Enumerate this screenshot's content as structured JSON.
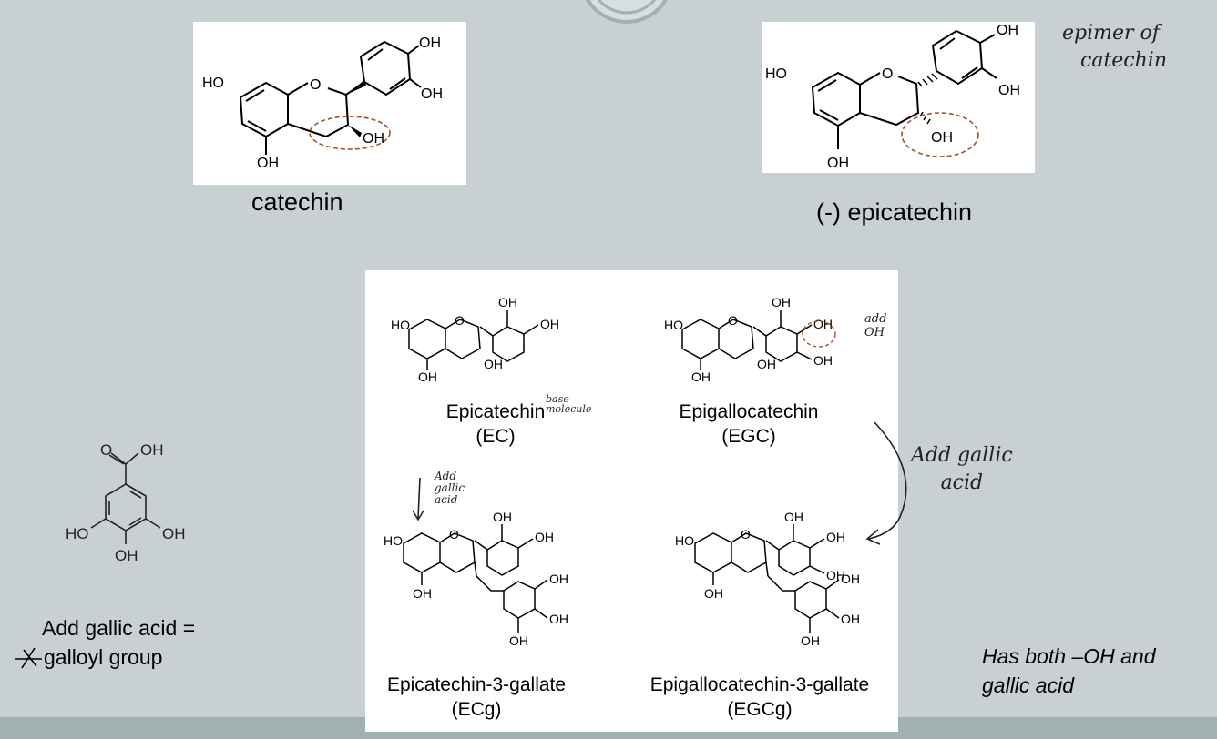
{
  "slide": {
    "molecules_top": {
      "catechin": {
        "caption": "catechin",
        "atoms": {
          "ho": "HO",
          "o": "O",
          "oh": "OH"
        }
      },
      "epicatechin": {
        "caption": "(-) epicatechin",
        "atoms": {
          "ho": "HO",
          "o": "O",
          "oh": "OH"
        }
      }
    },
    "annotation_epimer": {
      "line1": "epimer of",
      "line2": "catechin"
    },
    "gallic_acid": {
      "atoms": {
        "o": "O",
        "oh": "OH",
        "ho": "HO"
      }
    },
    "gallic_note": {
      "line1": "Add gallic acid =",
      "line2": "galloyl group"
    },
    "grid": {
      "ec": {
        "name": "Epicatechin",
        "abbr": "(EC)",
        "note_line1": "base",
        "note_line2": "molecule"
      },
      "egc": {
        "name": "Epigallocatechin",
        "abbr": "(EGC)",
        "note_line1": "add",
        "note_line2": "OH"
      },
      "ecg": {
        "name": "Epicatechin-3-gallate",
        "abbr": "(ECg)"
      },
      "egcg": {
        "name": "Epigallocatechin-3-gallate",
        "abbr": "(EGCg)"
      },
      "arrow_note_left": {
        "line1": "Add",
        "line2": "gallic",
        "line3": "acid"
      },
      "arrow_note_right": {
        "line1": "Add gallic",
        "line2": "acid"
      },
      "atoms": {
        "ho": "HO",
        "o": "O",
        "oh": "OH"
      }
    },
    "summary_note": {
      "line1": "Has both –OH and",
      "line2": "gallic acid"
    }
  }
}
